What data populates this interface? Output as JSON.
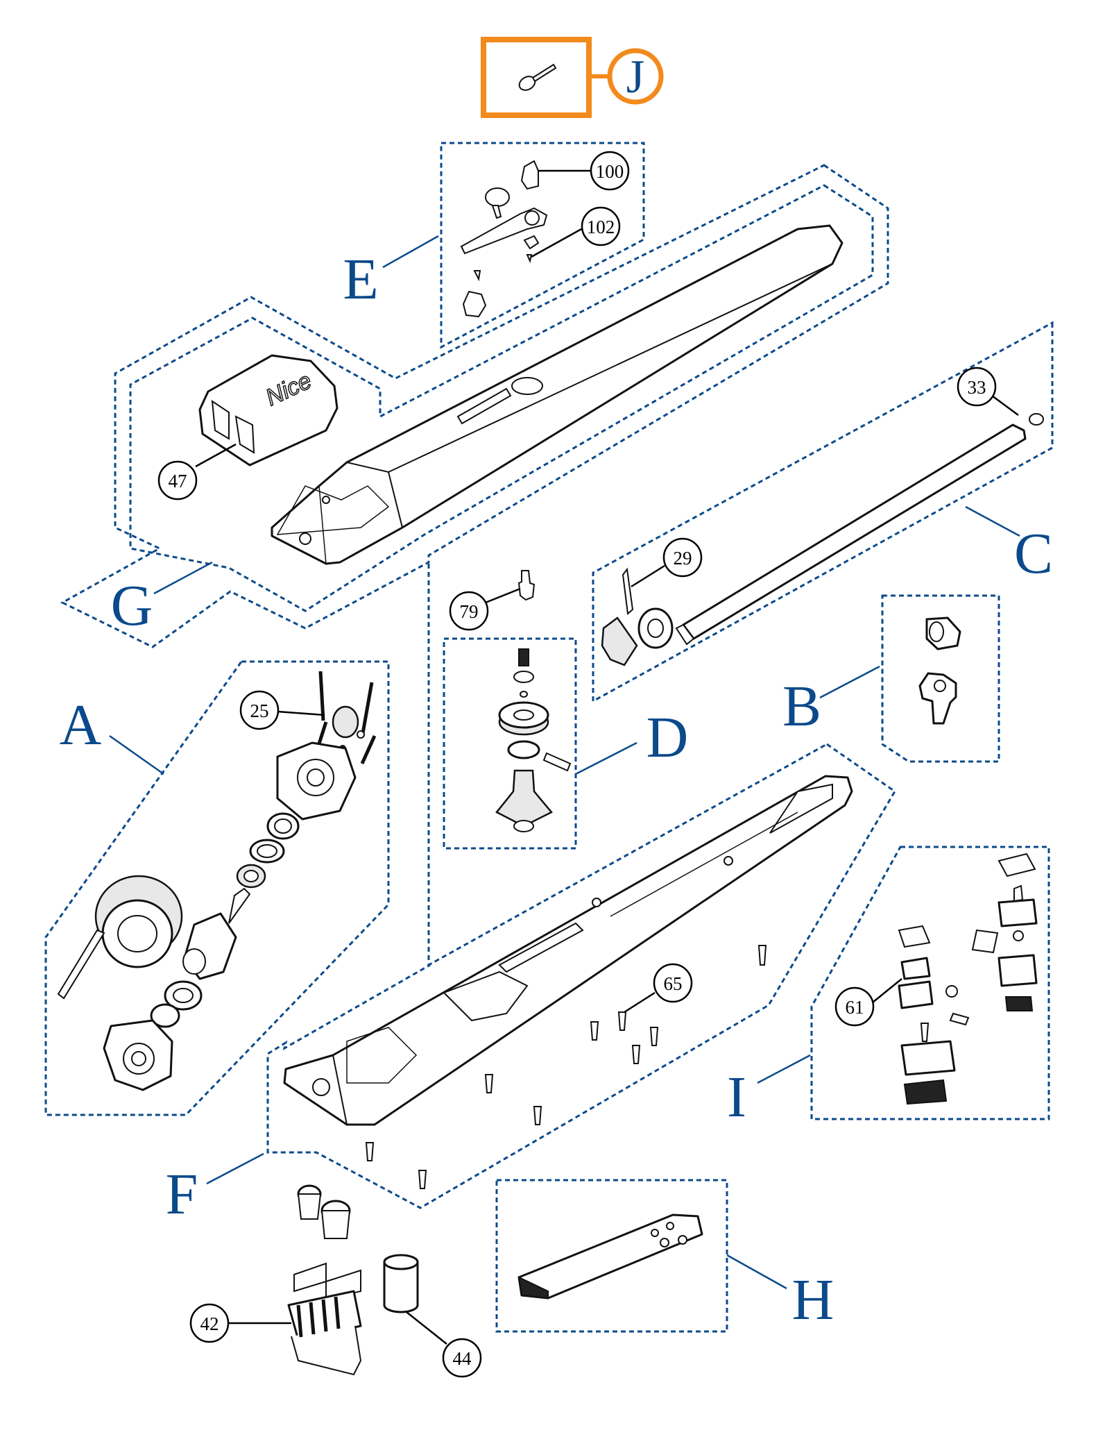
{
  "diagram": {
    "groups": [
      {
        "id": "A",
        "label": "A"
      },
      {
        "id": "B",
        "label": "B"
      },
      {
        "id": "C",
        "label": "C"
      },
      {
        "id": "D",
        "label": "D"
      },
      {
        "id": "E",
        "label": "E"
      },
      {
        "id": "F",
        "label": "F"
      },
      {
        "id": "G",
        "label": "G"
      },
      {
        "id": "H",
        "label": "H"
      },
      {
        "id": "I",
        "label": "I"
      },
      {
        "id": "J",
        "label": "J"
      }
    ],
    "callouts": [
      {
        "id": "c100",
        "label": "100"
      },
      {
        "id": "c102",
        "label": "102"
      },
      {
        "id": "c33",
        "label": "33"
      },
      {
        "id": "c47",
        "label": "47"
      },
      {
        "id": "c29",
        "label": "29"
      },
      {
        "id": "c79",
        "label": "79"
      },
      {
        "id": "c25",
        "label": "25"
      },
      {
        "id": "c65",
        "label": "65"
      },
      {
        "id": "c61",
        "label": "61"
      },
      {
        "id": "c42",
        "label": "42"
      },
      {
        "id": "c44",
        "label": "44"
      }
    ],
    "brand_text": "Nice",
    "colors": {
      "group_outline": "#0b4a8b",
      "highlight": "#f28a1c",
      "line_art": "#111111"
    }
  }
}
